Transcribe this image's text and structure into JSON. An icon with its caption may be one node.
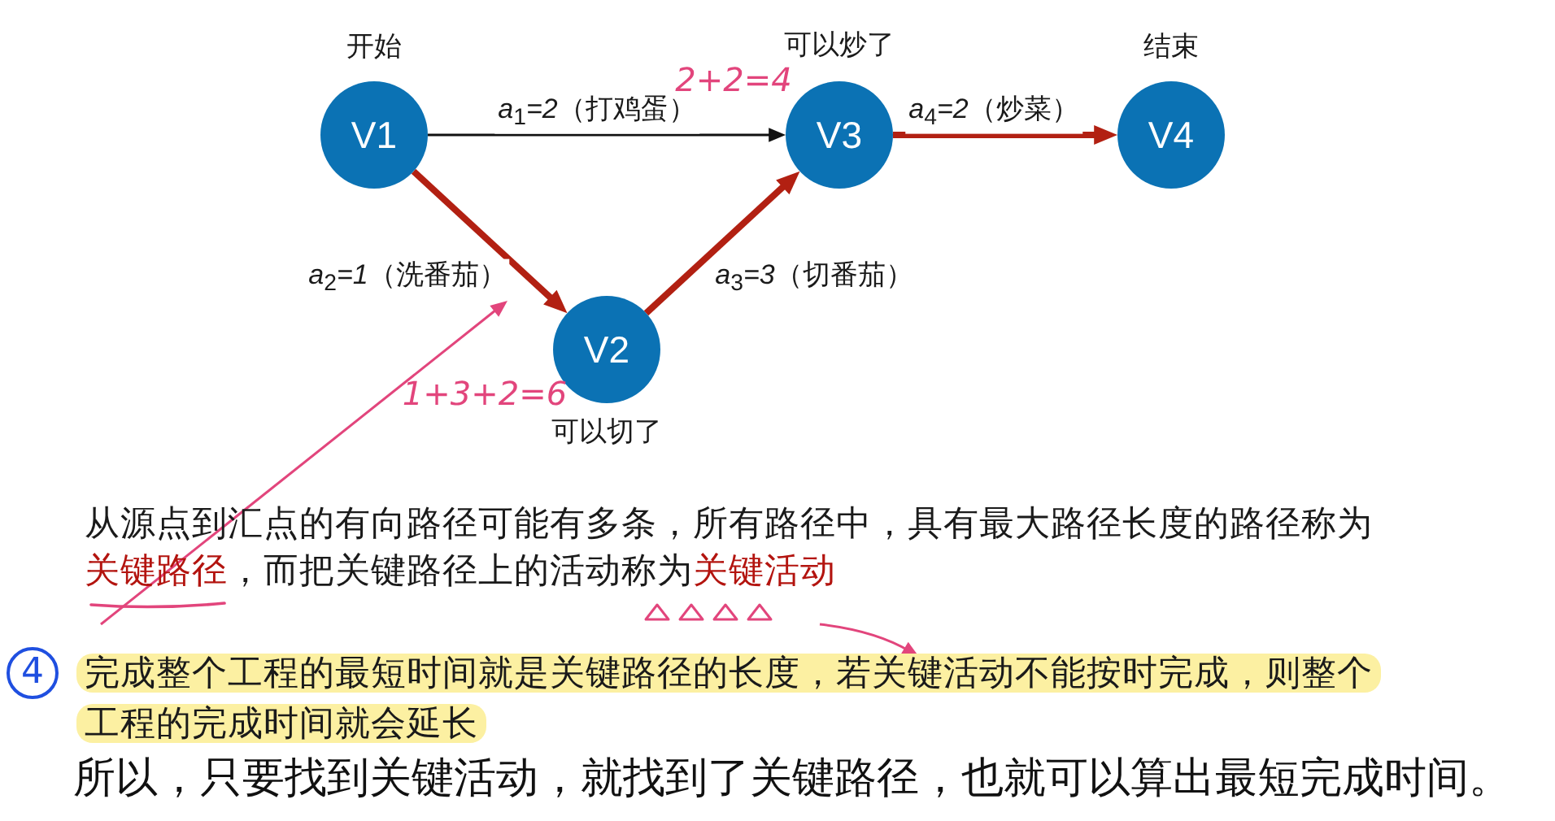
{
  "diagram": {
    "nodes": [
      {
        "text": [
          "V1"
        ],
        "beside": [
          "开始"
        ]
      },
      {
        "text": [
          "V2"
        ],
        "beside": [
          "1+3+2=6",
          "可以切了"
        ]
      },
      {
        "text": [
          "V3"
        ],
        "beside": [
          "可以炒了",
          "2+2=4"
        ]
      },
      {
        "text": [
          "V4"
        ],
        "beside": [
          "结束"
        ]
      },
      {
        "text": [
          "从源点到汇点的有向路径可能有多条，所有路径中，具有最大路径长度的路径称为**关键路径**，而把关键路径上的活动称为**关键活动**"
        ]
      },
      {
        "text": [
          "完成整个工程的最短时间就是关键路径的长度，若关键活动不能按时完成，则整个工程的完成时间就会延长"
        ]
      }
    ],
    "edges": [
      {
        "from": 0,
        "to": 2,
        "arrow": "to",
        "label": "*a*$_{1}$*=2*（打鸡蛋）",
        "color": "#111111"
      },
      {
        "from": 0,
        "to": 1,
        "arrow": "to",
        "label": "*a*$_{2}$*=1*（洗番茄）",
        "style": "thick"
      },
      {
        "from": 1,
        "to": 2,
        "arrow": "to",
        "label": "*a*$_{3}$*=3*（切番茄）",
        "style": "thick"
      },
      {
        "from": 2,
        "to": 3,
        "arrow": "to",
        "label": "*a*$_{4}$*=2*（炒菜）",
        "style": "thick"
      },
      {
        "from": 4,
        "to": null,
        "arrow": "to",
        "color": "#e2457c"
      },
      {
        "from": 4,
        "to": 5,
        "arrow": "to",
        "color": "#e2457c"
      }
    ],
    "labels": [
      "4",
      "所以，只要找到关键活动，就找到了关键路径，也就可以算出最短完成时间。"
    ]
  }
}
